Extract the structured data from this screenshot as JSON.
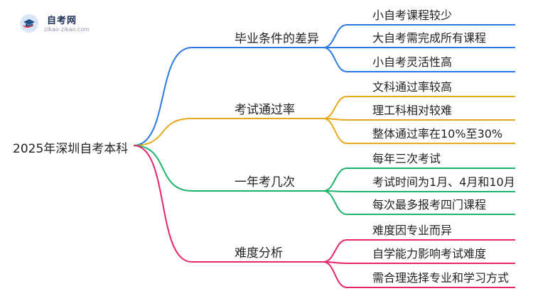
{
  "logo": {
    "name": "自考网",
    "url": "zikao-zikao.com",
    "colors": {
      "cap": "#1f4e8c",
      "accent": "#e8423c"
    }
  },
  "root": {
    "label": "2025年深圳自考本科",
    "color": "#d4145a"
  },
  "branches": [
    {
      "label": "毕业条件的差异",
      "color": "#2a7ae2",
      "leaves": [
        "小自考课程较少",
        "大自考需完成所有课程",
        "小自考灵活性高"
      ]
    },
    {
      "label": "考试通过率",
      "color": "#e6a817",
      "leaves": [
        "文科通过率较高",
        "理工科相对较难",
        "整体通过率在10%至30%"
      ]
    },
    {
      "label": "一年考几次",
      "color": "#1bb569",
      "leaves": [
        "每年三次考试",
        "考试时间为1月、4月和10月",
        "每次最多报考四门课程"
      ]
    },
    {
      "label": "难度分析",
      "color": "#e8246e",
      "leaves": [
        "难度因专业而异",
        "自学能力影响考试难度",
        "需合理选择专业和学习方式"
      ]
    }
  ]
}
